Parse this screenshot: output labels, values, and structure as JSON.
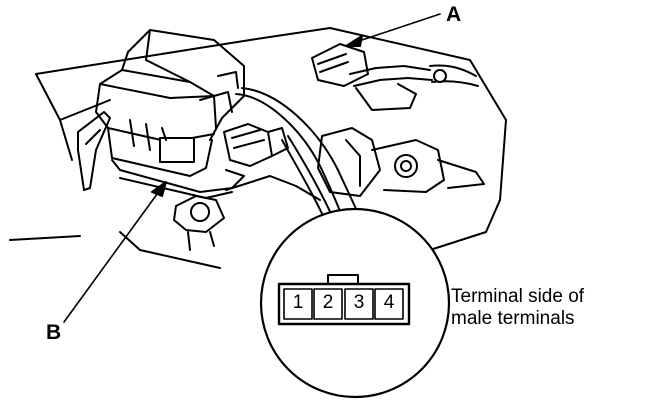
{
  "callouts": {
    "a": "A",
    "b": "B"
  },
  "connector_view": {
    "terminals": [
      "1",
      "2",
      "3",
      "4"
    ],
    "caption_line1": "Terminal side of",
    "caption_line2": "male terminals"
  }
}
